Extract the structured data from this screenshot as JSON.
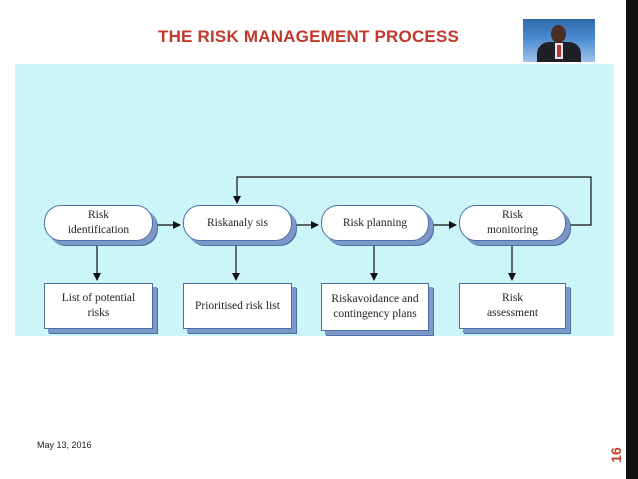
{
  "slide": {
    "title": "THE RISK MANAGEMENT PROCESS",
    "date": "May 13, 2016",
    "page_number": "16"
  },
  "diagram": {
    "steps": [
      {
        "id": "risk-identification",
        "label": "Risk identification"
      },
      {
        "id": "risk-analysis",
        "label": "Riskanaly sis"
      },
      {
        "id": "risk-planning",
        "label": "Risk planning"
      },
      {
        "id": "risk-monitoring",
        "label": "Risk monitoring"
      }
    ],
    "outputs": [
      {
        "id": "list-of-potential-risks",
        "label": "List of potential risks"
      },
      {
        "id": "prioritised-risk-list",
        "label": "Prioritised risk list"
      },
      {
        "id": "risk-avoidance-plans",
        "label": "Riskavoidance and contingency plans"
      },
      {
        "id": "risk-assessment",
        "label": "Risk assessment"
      }
    ],
    "edges": [
      {
        "from": "risk-identification",
        "to": "risk-analysis"
      },
      {
        "from": "risk-analysis",
        "to": "risk-planning"
      },
      {
        "from": "risk-planning",
        "to": "risk-monitoring"
      },
      {
        "from": "risk-monitoring",
        "to": "risk-analysis",
        "type": "feedback"
      },
      {
        "from": "risk-identification",
        "to": "list-of-potential-risks"
      },
      {
        "from": "risk-analysis",
        "to": "prioritised-risk-list"
      },
      {
        "from": "risk-planning",
        "to": "risk-avoidance-plans"
      },
      {
        "from": "risk-monitoring",
        "to": "risk-assessment"
      }
    ]
  },
  "colors": {
    "title": "#c0392b",
    "diagram_background": "#ccf5fa",
    "node_border": "#4a6fa5",
    "node_shadow": "#7d98c8"
  }
}
